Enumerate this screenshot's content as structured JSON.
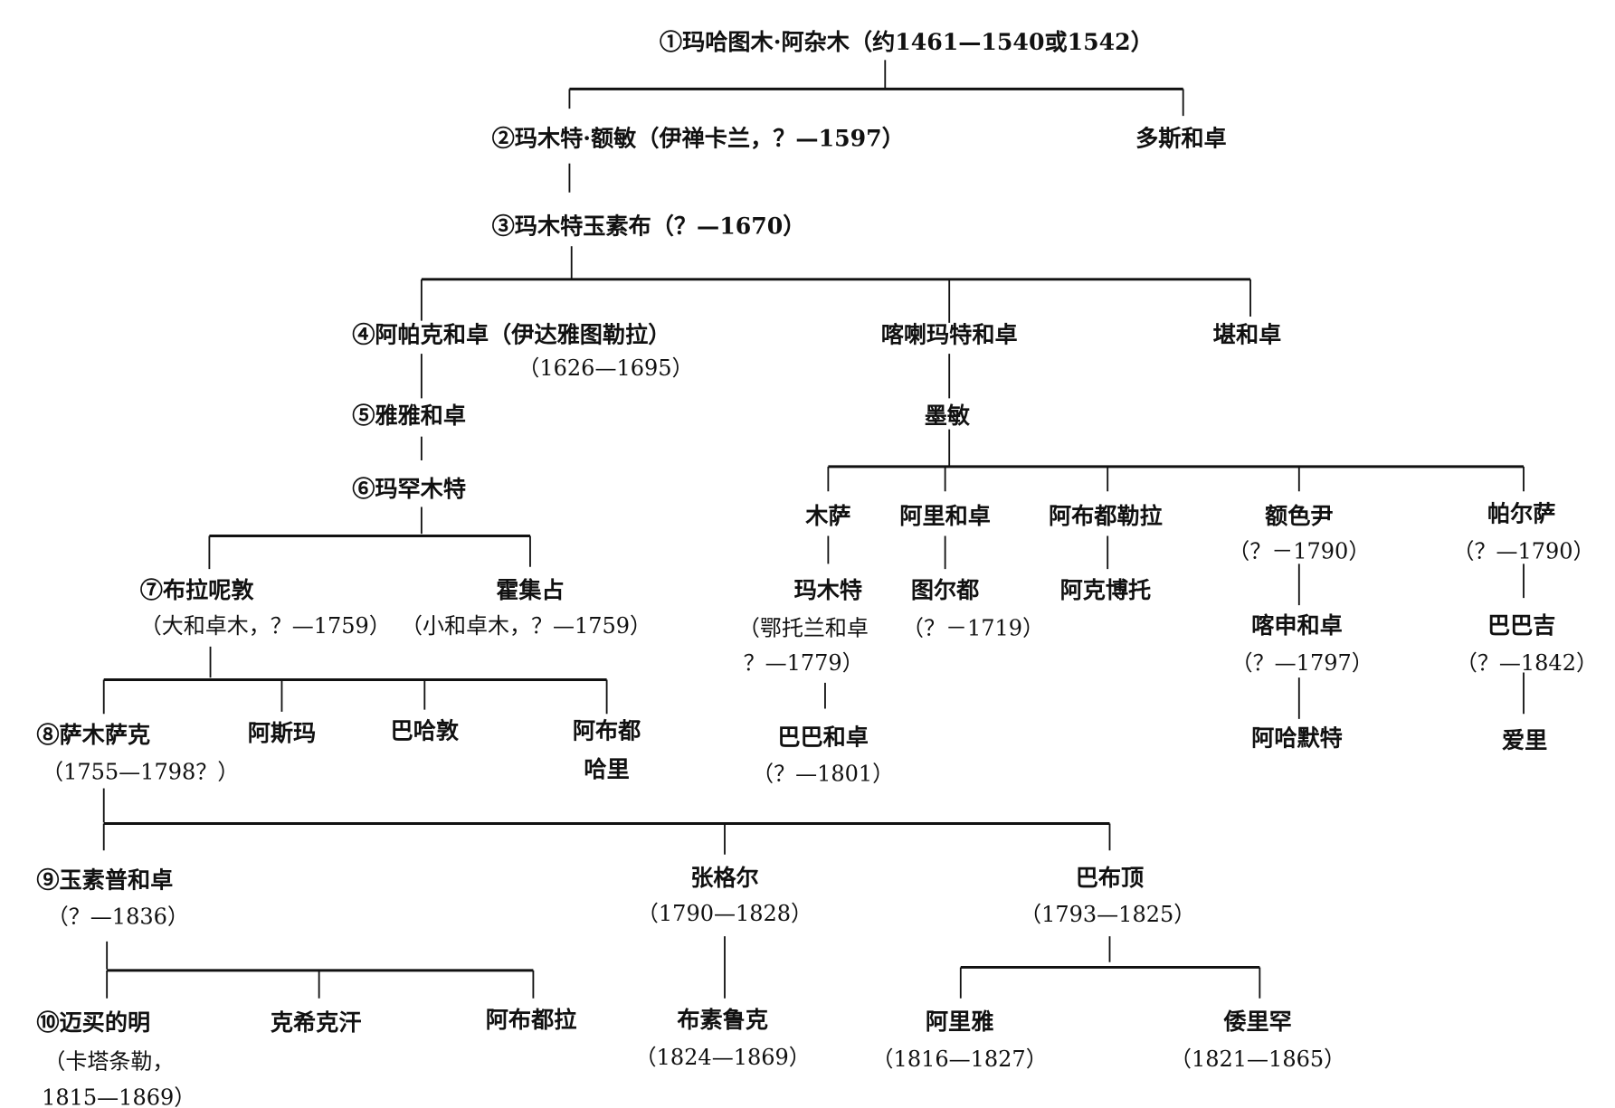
{
  "title": "Genealogy of the Khoja family",
  "nodes": {
    "n1": "①玛哈图木·阿杂木（约1461—1540或1542）",
    "n2": "②玛木特·额敏（伊禅卡兰，？—1597）",
    "dosi": "多斯和卓",
    "n3": "③玛木特玉素布（？—1670）",
    "n4": "④阿帕克和卓（伊达雅图勒拉）",
    "n4d": "（1626—1695）",
    "kala": "喀喇玛特和卓",
    "kan": "堪和卓",
    "n5": "⑤雅雅和卓",
    "momin": "墨敏",
    "n6": "⑥玛罕木特",
    "n7": "⑦布拉呢敦",
    "n7d": "（大和卓木，？—1759）",
    "hojizhan": "霍集占",
    "hojizhan_d": "（小和卓木，？—1759）",
    "n8": "⑧萨木萨克",
    "n8d": "（1755—1798？）",
    "asima": "阿斯玛",
    "bahadun": "巴哈敦",
    "abuduhali1": "阿布都",
    "abuduhali2": "哈里",
    "musa": "木萨",
    "alihezhuo": "阿里和卓",
    "abudulela": "阿布都勒拉",
    "eseyin": "额色尹",
    "eseyin_d": "（？－1790）",
    "paersa": "帕尔萨",
    "paersa_d": "（？—1790）",
    "mamute": "玛木特",
    "mamute_d1": "（鄂托兰和卓",
    "mamute_d2": "？—1779）",
    "tuerdu": "图尔都",
    "tuerdu_d": "（？－1719）",
    "akebotuo": "阿克博托",
    "kashen": "喀申和卓",
    "kashen_d": "（？—1797）",
    "babaji": "巴巴吉",
    "babaji_d": "（？—1842）",
    "babahezhuo": "巴巴和卓",
    "babahezhuo_d": "（？—1801）",
    "ahamote": "阿哈默特",
    "aili": "爱里",
    "n9": "⑨玉素普和卓",
    "n9d": "（？—1836）",
    "zhanggeer": "张格尔",
    "zhanggeer_d": "（1790—1828）",
    "babuding": "巴布顶",
    "babuding_d": "（1793—1825）",
    "n10": "⑩迈买的明",
    "n10d1": "（卡塔条勒，",
    "n10d2": "1815—1869）",
    "kexikehan": "克希克汗",
    "abudula": "阿布都拉",
    "busuluke": "布素鲁克",
    "busuluke_d": "（1824—1869）",
    "aliya": "阿里雅",
    "aliya_d": "（1816—1827）",
    "wolihan": "倭里罕",
    "wolihan_d": "（1821—1865）"
  }
}
